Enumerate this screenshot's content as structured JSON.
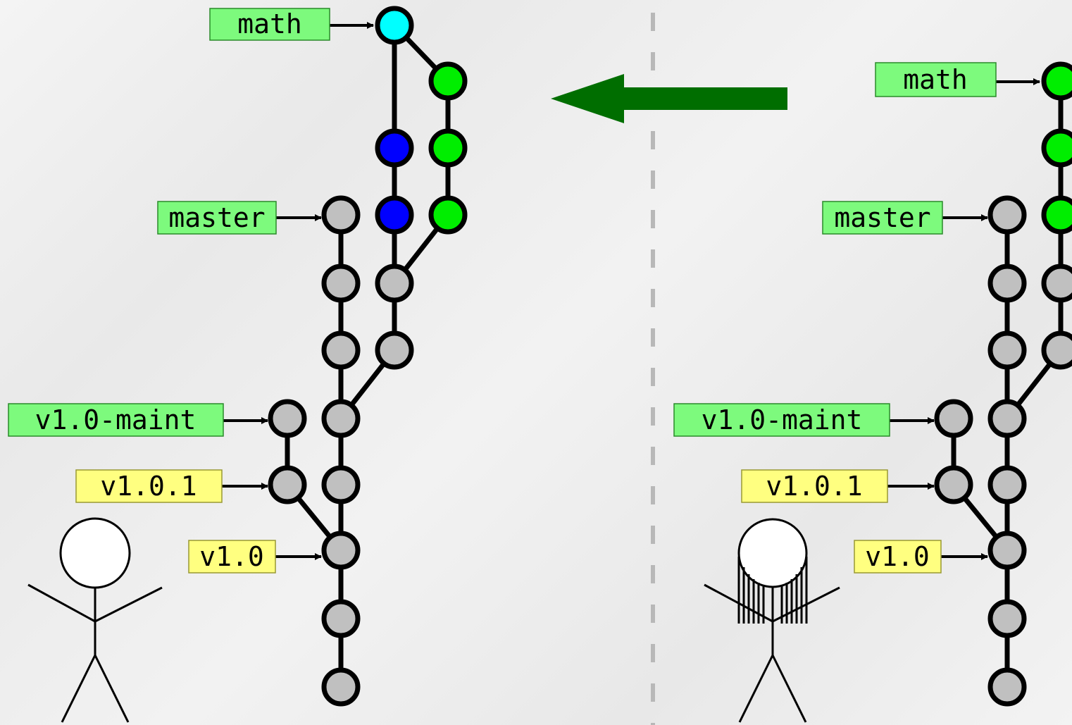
{
  "colors": {
    "branch_label": "#7dfa7d",
    "tag_label": "#ffff80",
    "commit_grey": "#c0c0c0",
    "commit_blue": "#0000ff",
    "commit_green": "#00ee00",
    "commit_cyan": "#00ffff",
    "arrow": "#006e00",
    "divider": "#b8b8b8"
  },
  "left": {
    "labels": {
      "math": "math",
      "master": "master",
      "maint": "v1.0-maint",
      "tag101": "v1.0.1",
      "tag10": "v1.0"
    }
  },
  "right": {
    "labels": {
      "math": "math",
      "master": "master",
      "maint": "v1.0-maint",
      "tag101": "v1.0.1",
      "tag10": "v1.0"
    }
  },
  "icons": {
    "transfer_arrow": "arrow-left-icon",
    "person_left": "stick-figure-icon",
    "person_right": "stick-figure-long-hair-icon"
  }
}
